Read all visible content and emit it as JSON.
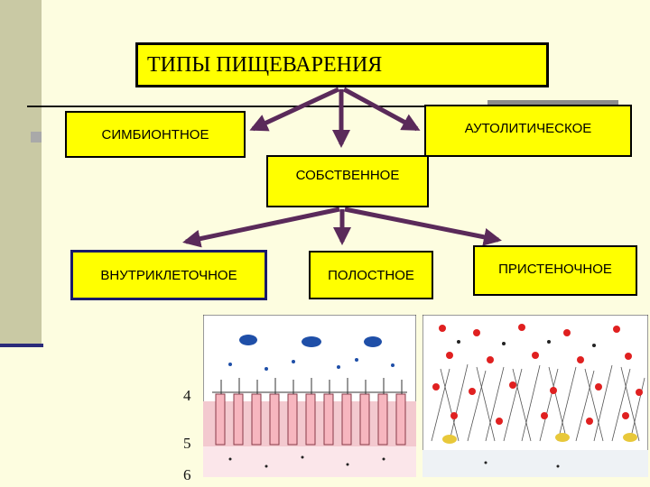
{
  "diagram": {
    "title": "ТИПЫ ПИЩЕВАРЕНИЯ",
    "level1": {
      "symbiotic": "СИМБИОНТНОЕ",
      "autolytic": "АУТОЛИТИЧЕСКОЕ",
      "own": "СОБСТВЕННОЕ"
    },
    "level2": {
      "intracellular": "ВНУТРИКЛЕТОЧНОЕ",
      "cavity": "ПОЛОСТНОЕ",
      "parietal": "ПРИСТЕНОЧНОЕ"
    },
    "figure_labels": [
      "4",
      "5",
      "6"
    ]
  },
  "colors": {
    "box_fill": "#ffff00",
    "arrow": "#5a2a5a",
    "background": "#fdfde0"
  }
}
